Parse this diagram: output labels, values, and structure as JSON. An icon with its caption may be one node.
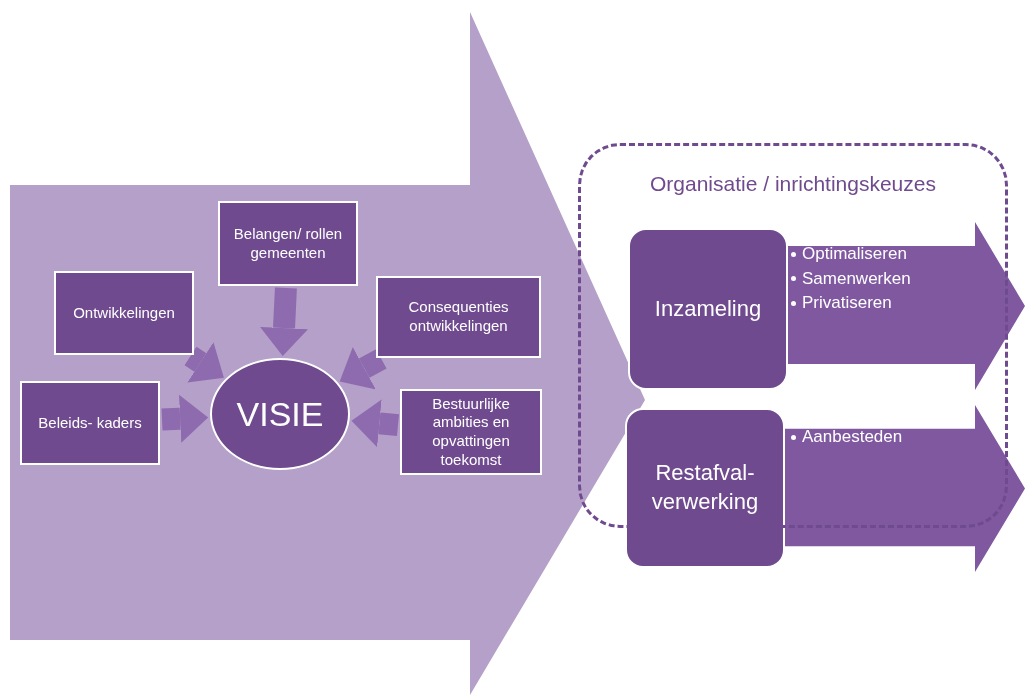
{
  "diagram": {
    "nodes": [
      {
        "text": [],
        "shape": "arrow"
      },
      {
        "text": [
          "Ontwikkelingen"
        ],
        "in": 0
      },
      {
        "text": [
          "Belangen/ rollen gemeenten"
        ],
        "in": 0
      },
      {
        "text": [
          "Consequenties ontwikkelingen"
        ],
        "in": 0
      },
      {
        "text": [
          "Beleids- kaders"
        ],
        "in": 0
      },
      {
        "text": [
          "Bestuurlijke ambities en opvattingen toekomst"
        ],
        "in": 0
      },
      {
        "text": [
          "VISIE"
        ],
        "in": 0
      },
      {
        "text": [
          "Organisatie / inrichtingskeuzes"
        ]
      },
      {
        "text": [
          "Inzameling"
        ],
        "in": 7
      },
      {
        "text": [
          "Optimaliseren",
          "Samenwerken",
          "Privatiseren"
        ]
      },
      {
        "text": [
          "Restafval- verwerking"
        ]
      },
      {
        "text": [
          "Aanbesteden"
        ]
      }
    ],
    "edges": [
      {
        "from": 1,
        "to": 6,
        "arrow": "to"
      },
      {
        "from": 2,
        "to": 6,
        "arrow": "to"
      },
      {
        "from": 3,
        "to": 6,
        "arrow": "to"
      },
      {
        "from": 4,
        "to": 6,
        "arrow": "to"
      },
      {
        "from": 5,
        "to": 6,
        "arrow": "to"
      }
    ]
  }
}
